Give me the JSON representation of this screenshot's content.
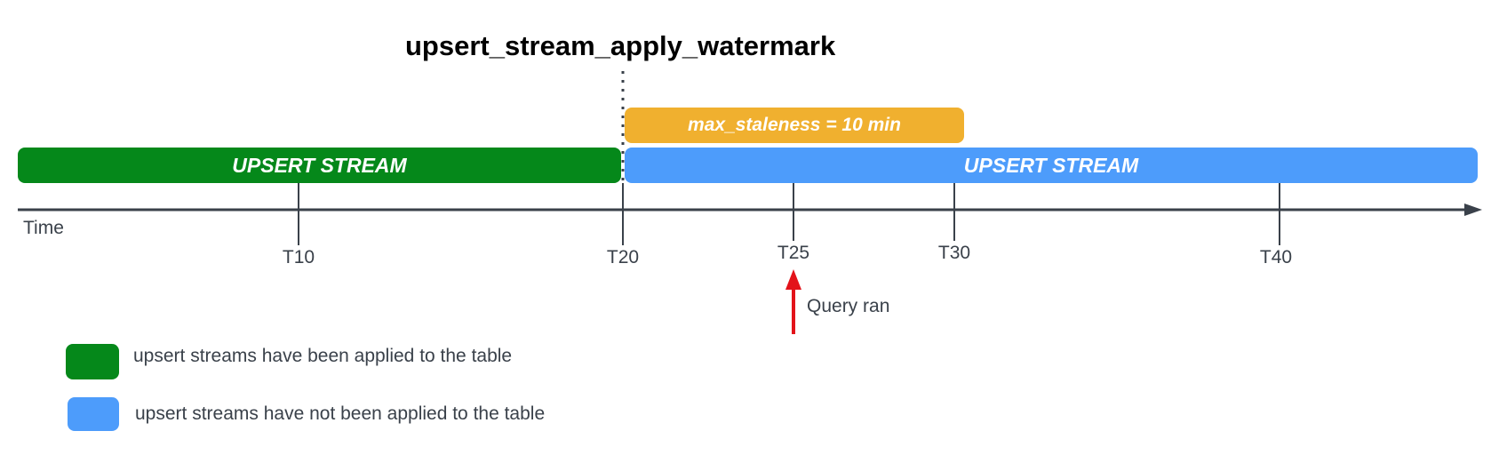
{
  "title": "upsert_stream_apply_watermark",
  "colors": {
    "applied": "#05881a",
    "not_applied": "#4d9cfb",
    "staleness": "#f0b02f",
    "axis": "#3a414a",
    "query_arrow": "#e3131a"
  },
  "bars": {
    "applied_label": "UPSERT STREAM",
    "not_applied_label": "UPSERT STREAM",
    "staleness_label": "max_staleness = 10 min"
  },
  "axis": {
    "label": "Time"
  },
  "ticks": [
    {
      "label": "T10"
    },
    {
      "label": "T20"
    },
    {
      "label": "T25"
    },
    {
      "label": "T30"
    },
    {
      "label": "T40"
    }
  ],
  "query": {
    "label": "Query ran"
  },
  "legend": [
    {
      "label": "upsert streams have been applied to the table",
      "color": "#05881a"
    },
    {
      "label": "upsert streams have not been applied to the table",
      "color": "#4d9cfb"
    }
  ]
}
